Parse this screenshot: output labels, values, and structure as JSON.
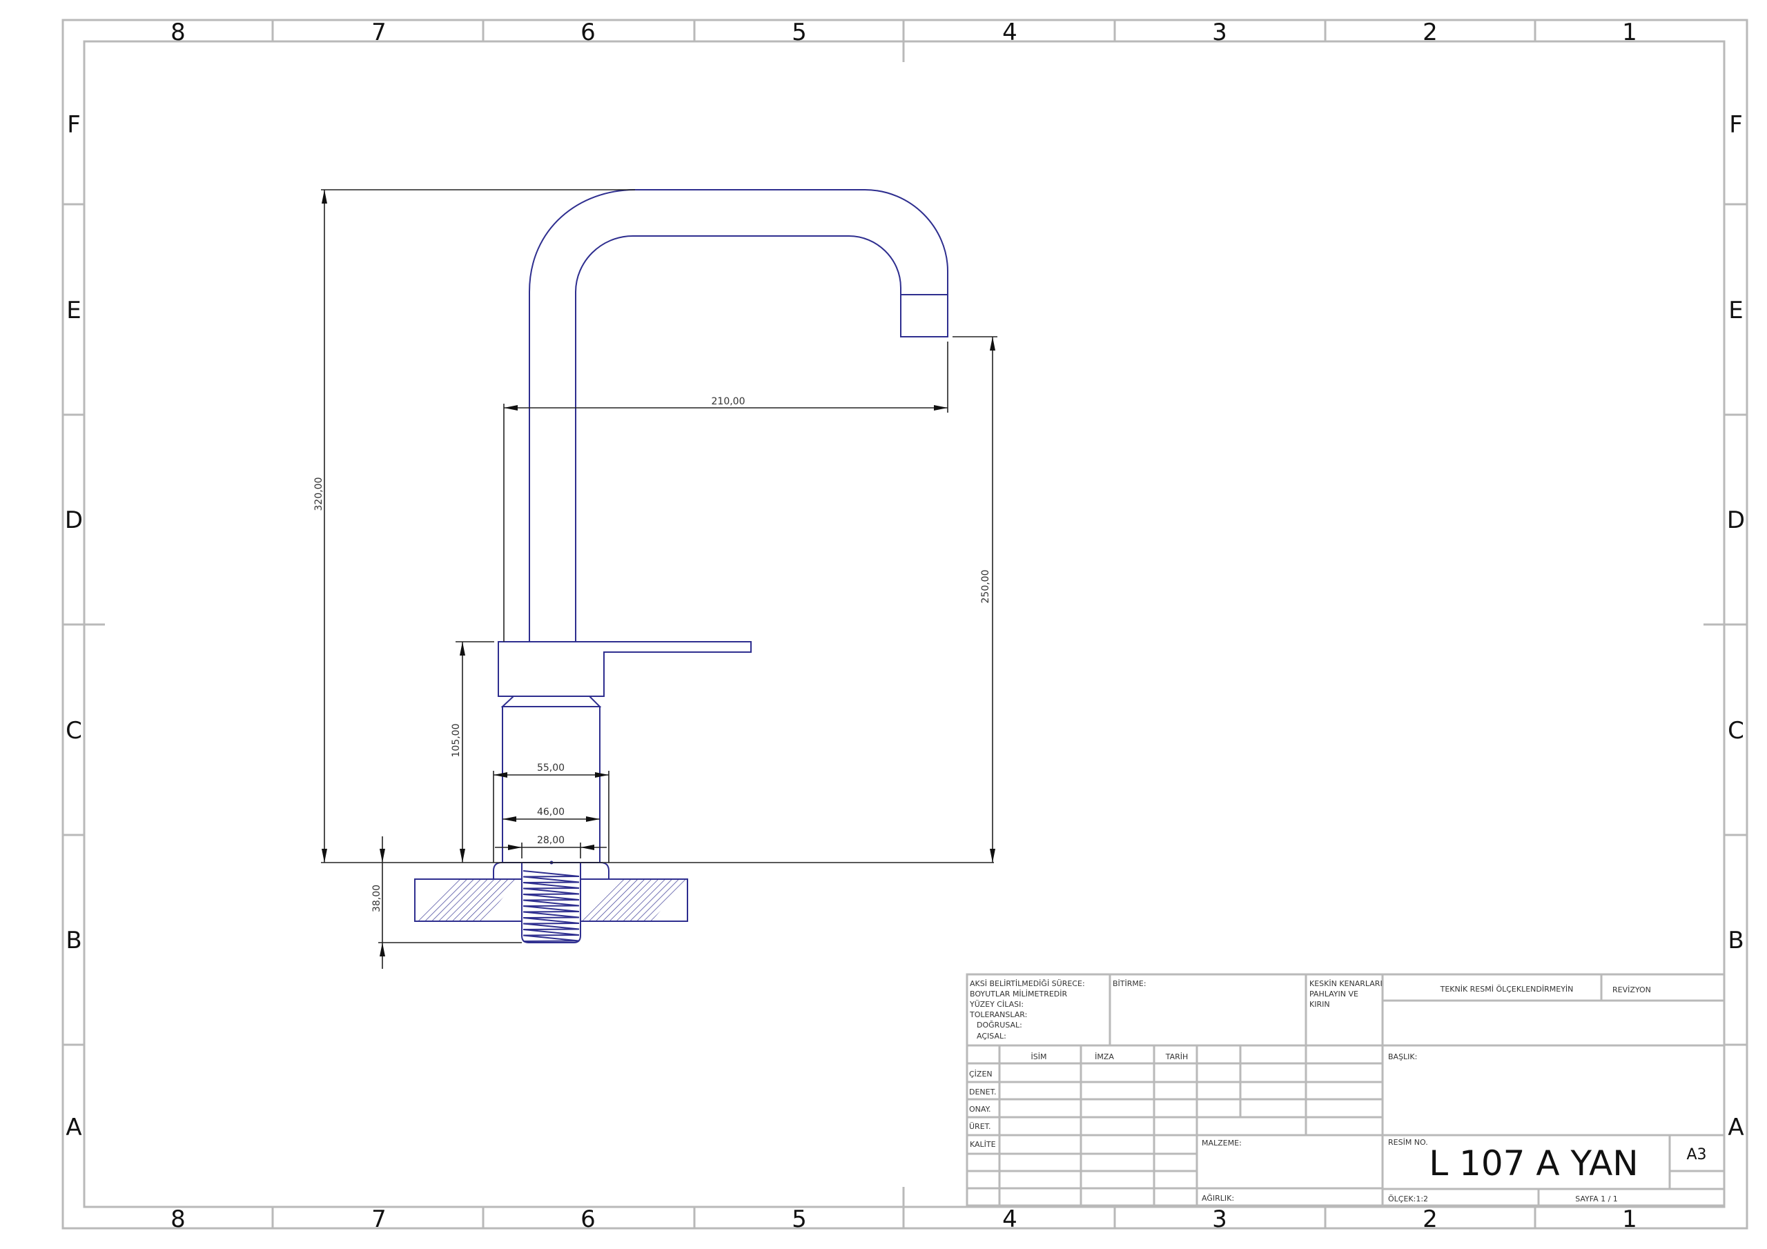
{
  "frame": {
    "columns": [
      "8",
      "7",
      "6",
      "5",
      "4",
      "3",
      "2",
      "1"
    ],
    "rows": [
      "F",
      "E",
      "D",
      "C",
      "B",
      "A"
    ]
  },
  "dimensions": {
    "overall_height": "320,00",
    "spout_outlet_height": "250,00",
    "spout_reach": "210,00",
    "body_height": "105,00",
    "flange_diameter": "55,00",
    "body_diameter": "46,00",
    "thread_diameter": "28,00",
    "thread_length": "38,00"
  },
  "title_block": {
    "general_notes": [
      "AKSİ BELİRTİLMEDİĞİ SÜRECE:",
      "BOYUTLAR MİLİMETREDİR",
      "YÜZEY CİLASI:",
      "TOLERANSLAR:",
      "DOĞRUSAL:",
      "AÇISAL:"
    ],
    "finish_label": "BİTİRME:",
    "edges_note": [
      "KESKİN KENARLARI",
      "PAHLAYIN VE",
      "KIRIN"
    ],
    "do_not_scale": "TEKNİK RESMİ ÖLÇEKLENDİRMEYİN",
    "revision_label": "REVİZYON",
    "headers": {
      "name": "İSİM",
      "signature": "İMZA",
      "date": "TARİH"
    },
    "roles": [
      "ÇİZEN",
      "DENET.",
      "ONAY.",
      "ÜRET.",
      "KALİTE"
    ],
    "material_label": "MALZEME:",
    "weight_label": "AĞIRLIK:",
    "title_label": "BAŞLIK:",
    "drawing_no_label": "RESİM NO.",
    "drawing_no": "L 107 A YAN",
    "sheet_size": "A3",
    "scale": "ÖLÇEK:1:2",
    "sheet": "SAYFA 1 / 1"
  },
  "colors": {
    "part": "#2e2e8f",
    "frame": "#b9b9b9",
    "dimension": "#222222"
  }
}
